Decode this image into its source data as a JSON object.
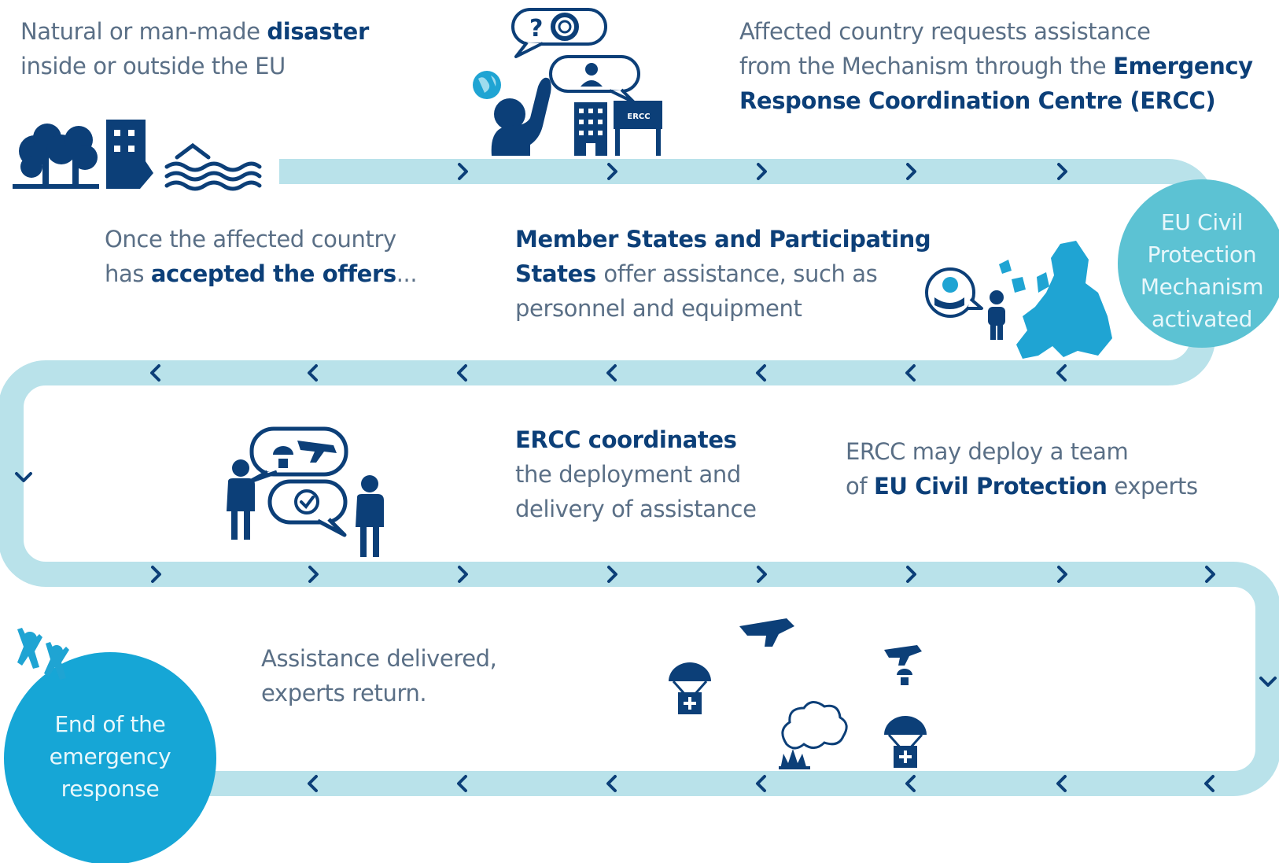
{
  "colors": {
    "track": "#b9e2ea",
    "arrow": "#0c3f78",
    "dark": "#0c3f78",
    "accent": "#1fa4d3",
    "circle_activated": "#5cc2d3",
    "circle_end": "#16a6d6",
    "text": "#5a6f86"
  },
  "steps": {
    "disaster": {
      "plain1": "Natural or man-made ",
      "bold1": "disaster",
      "plain2": "inside or outside the EU"
    },
    "request": {
      "plain1": "Affected country requests assistance",
      "plain2": "from the Mechanism through the ",
      "bold1": "Emergency",
      "bold2": "Response  Coordination  Centre (ERCC)"
    },
    "activated": {
      "line1": "EU Civil",
      "line2": "Protection",
      "line3": "Mechanism",
      "line4": "activated"
    },
    "offer": {
      "bold1": "Member  States  and  Participating",
      "bold2": "States ",
      "plain1": " offer assistance, such as",
      "plain2": "personnel and equipment"
    },
    "accepted": {
      "plain1": "Once the affected country",
      "plain2": "has ",
      "bold1": "accepted  the offers",
      "plain3": "..."
    },
    "coordinate": {
      "bold1": "ERCC coordinates",
      "plain1": "the deployment and",
      "plain2": "delivery of assistance"
    },
    "deploy": {
      "plain1": "ERCC may deploy a team",
      "plain2": "of ",
      "bold1": "EU  Civil  Protection",
      "plain3": " experts"
    },
    "delivered": {
      "line1": "Assistance delivered,",
      "line2": "experts return."
    },
    "end": {
      "line1": "End of the",
      "line2": "emergency",
      "line3": "response"
    }
  },
  "icons": {
    "ercc_sign": "ERCC",
    "list": [
      "trees-icon",
      "building-icon",
      "flood-icon",
      "speech-bubble-question-icon",
      "lifebuoy-icon",
      "speech-bubble-phone-icon",
      "globe-icon",
      "waving-person-icon",
      "office-building-icon",
      "ercc-sign-icon",
      "helping-hand-icon",
      "person-icon",
      "europe-map-icon",
      "people-talking-icon",
      "airplane-icon",
      "parachute-icon",
      "checkmark-icon",
      "fire-smoke-icon",
      "celebrating-people-icon"
    ]
  }
}
